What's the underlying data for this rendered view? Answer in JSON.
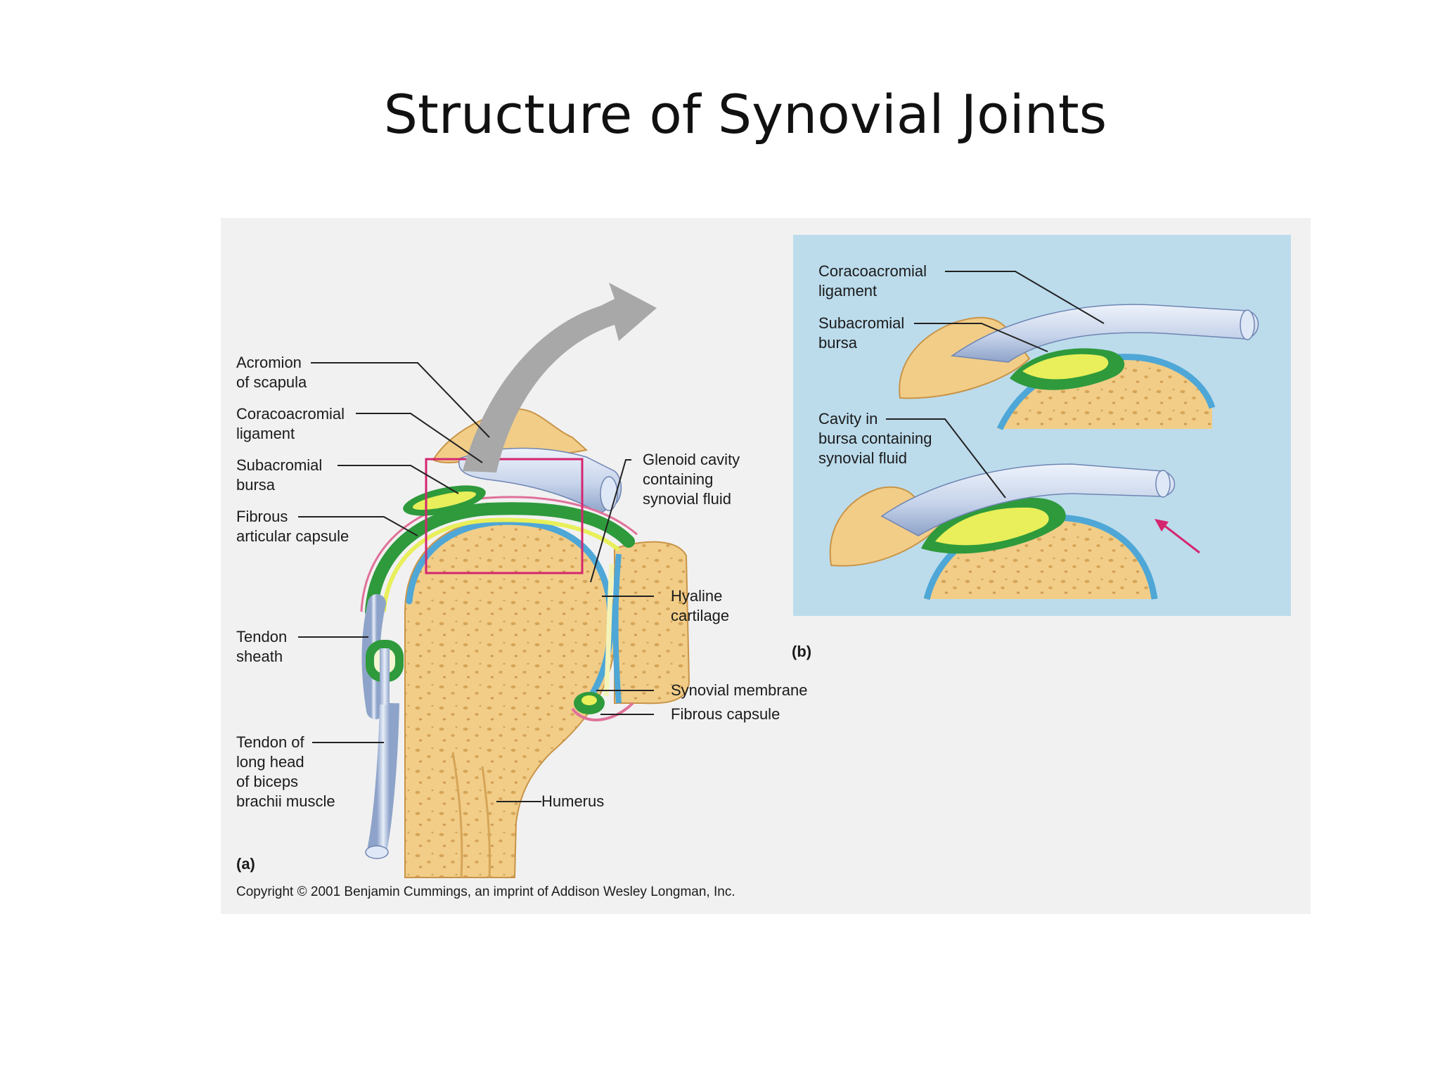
{
  "slide": {
    "title": "Structure of Synovial Joints"
  },
  "figure": {
    "panel_a_label": "(a)",
    "panel_b_label": "(b)",
    "copyright": "Copyright © 2001 Benjamin Cummings, an imprint of Addison Wesley Longman, Inc.",
    "colors": {
      "figure_bg": "#f1f1f1",
      "bone": "#f1cd88",
      "bone_dark": "#d9a85a",
      "cartilage": "#4ea7d6",
      "bursa_green": "#2e9a3c",
      "bursa_fluid": "#e8ef5a",
      "ligament": "#c9d6ec",
      "panel_b_bg": "#bcdcec",
      "arrow_gray": "#a8a8a8",
      "zoom_box": "#d4266f"
    },
    "labels_a": {
      "acromion": [
        "Acromion",
        "of scapula"
      ],
      "coracoacromial": [
        "Coracoacromial",
        "ligament"
      ],
      "subacromial": [
        "Subacromial",
        "bursa"
      ],
      "fibrous_articular": [
        "Fibrous",
        "articular capsule"
      ],
      "tendon_sheath": [
        "Tendon",
        "sheath"
      ],
      "tendon_biceps": [
        "Tendon of",
        "long head",
        "of biceps",
        "brachii muscle"
      ],
      "glenoid": [
        "Glenoid cavity",
        "containing",
        "synovial fluid"
      ],
      "hyaline": [
        "Hyaline",
        "cartilage"
      ],
      "synovial_membrane": "Synovial membrane",
      "fibrous_capsule": "Fibrous capsule",
      "humerus": "Humerus"
    },
    "labels_b": {
      "coracoacromial": [
        "Coracoacromial",
        "ligament"
      ],
      "subacromial": [
        "Subacromial",
        "bursa"
      ],
      "cavity": [
        "Cavity in",
        "bursa containing",
        "synovial fluid"
      ]
    }
  }
}
